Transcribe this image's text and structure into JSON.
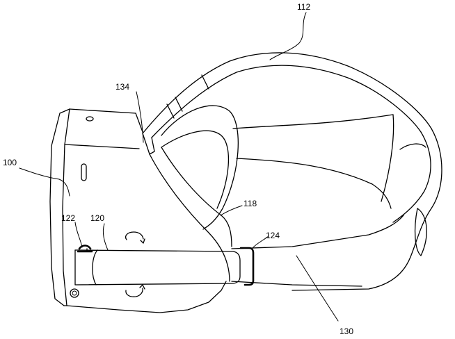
{
  "labels": {
    "r100": "100",
    "r112": "112",
    "r118": "118",
    "r120": "120",
    "r122": "122",
    "r124": "124",
    "r130": "130",
    "r134": "134"
  }
}
